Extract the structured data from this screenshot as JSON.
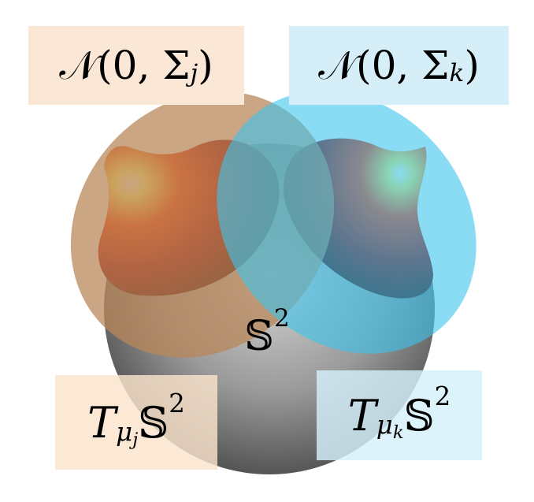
{
  "labels": {
    "gauss_j": {
      "script": "𝒩",
      "open": "(",
      "zero": "0",
      "comma": ", ",
      "sigma": "Σ",
      "index": "j",
      "close": ")"
    },
    "gauss_k": {
      "script": "𝒩",
      "open": "(",
      "zero": "0",
      "comma": ", ",
      "sigma": "Σ",
      "index": "k",
      "close": ")"
    },
    "sphere": {
      "symbol": "𝕊",
      "power": "2"
    },
    "tangent_j": {
      "symbol": "T",
      "sub": "μ",
      "subsub": "j",
      "space": "𝕊",
      "power": "2"
    },
    "tangent_k": {
      "symbol": "T",
      "sub": "μ",
      "subsub": "k",
      "space": "𝕊",
      "power": "2"
    }
  },
  "colors": {
    "orange_box": "#fbe7d6",
    "blue_box": "#d6eef8",
    "orange_plane": "#b8875a",
    "blue_plane": "#3cc4ee",
    "sphere_light": "#d2d2d2",
    "sphere_dark": "#505050"
  }
}
